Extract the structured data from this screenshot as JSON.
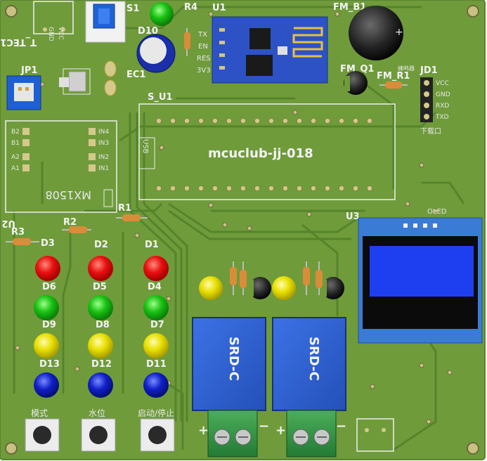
{
  "board": {
    "title": "mcuclub-jj-018",
    "colors": {
      "pcb": "#6f9b3b",
      "trace": "#4f7f2a",
      "silk": "#eeeeee",
      "relay": "#2f5fd0",
      "oled": "#3a7bd5",
      "oled_screen": "#1d3ff0"
    }
  },
  "refs": {
    "s1": "S1",
    "r4": "R4",
    "u1": "U1",
    "fm_b1": "FM_B1",
    "d10": "D10",
    "tec1": "T_TEC1",
    "jp1": "JP1",
    "ec1": "EC1",
    "fm_q1": "FM_Q1",
    "fm_r1": "FM_R1",
    "jd1": "JD1",
    "s_u1": "S_U1",
    "u2": "U2",
    "r1": "R1",
    "r3": "R3",
    "d3": "D3",
    "r2": "R2",
    "d2": "D2",
    "d1": "D1",
    "d6": "D6",
    "d5": "D5",
    "d4": "D4",
    "d9": "D9",
    "d8": "D8",
    "d7": "D7",
    "d13": "D13",
    "d12": "D12",
    "d11": "D11",
    "u3": "U3",
    "oled": "OLED"
  },
  "silk": {
    "u1_pins": [
      "TX",
      "EN",
      "RES",
      "3V3"
    ],
    "jd1_pins": [
      "VCC",
      "GND",
      "RXD",
      "TXD"
    ],
    "jd1_caption": "下载口",
    "usb": "USB",
    "module_name": "MX1508",
    "in_pins": [
      "IN4",
      "IN3",
      "IN2",
      "IN1"
    ],
    "b_pins": [
      "B2",
      "B1",
      "A2",
      "A1"
    ],
    "relay_text": "SRD-C",
    "buzzer": "蜂鸣器",
    "plus": "+",
    "minus": "−",
    "tec_pins": [
      "GND",
      "VCC"
    ],
    "button_labels": [
      "模式",
      "水位",
      "启动/停止"
    ]
  }
}
